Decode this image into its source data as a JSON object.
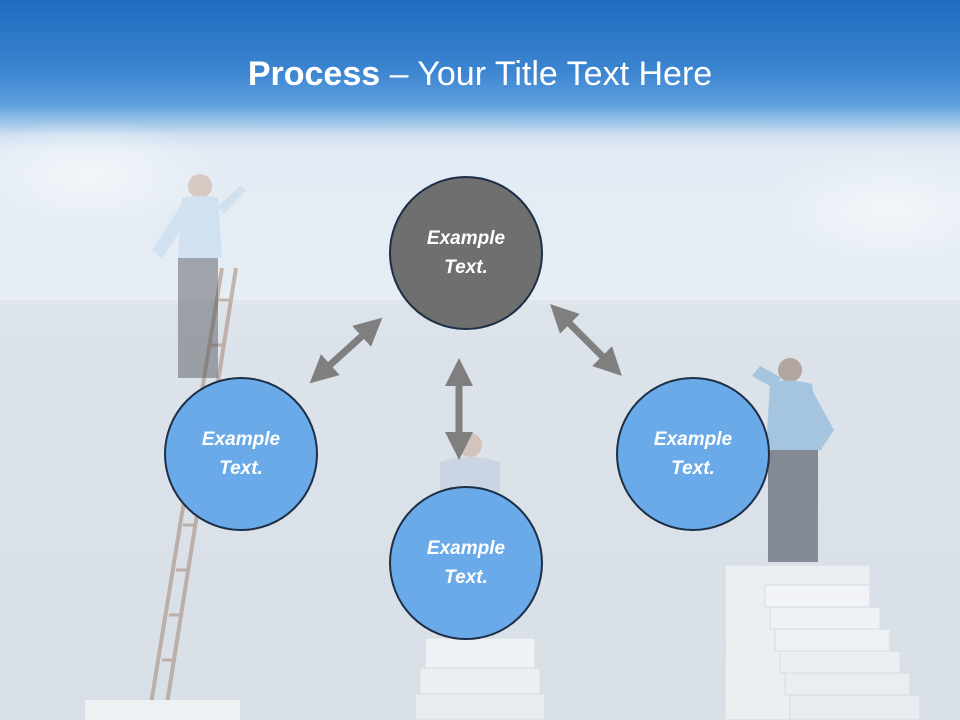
{
  "slide": {
    "title_bold": "Process",
    "title_rest": " – Your Title Text Here"
  },
  "diagram": {
    "top_node": {
      "text": "Example\nText.",
      "color": "#6f6f6f"
    },
    "left_node": {
      "text": "Example\nText.",
      "color": "#6aaae8"
    },
    "bottom_node": {
      "text": "Example\nText.",
      "color": "#6aaae8"
    },
    "right_node": {
      "text": "Example\nText.",
      "color": "#6aaae8"
    },
    "arrow_color": "#7f7f7f"
  },
  "background": {
    "header_color": "#1f6bc0",
    "wall_color": "#dde3ea",
    "icons": [
      "ladder-icon",
      "stairs-icon",
      "person-icon"
    ]
  }
}
